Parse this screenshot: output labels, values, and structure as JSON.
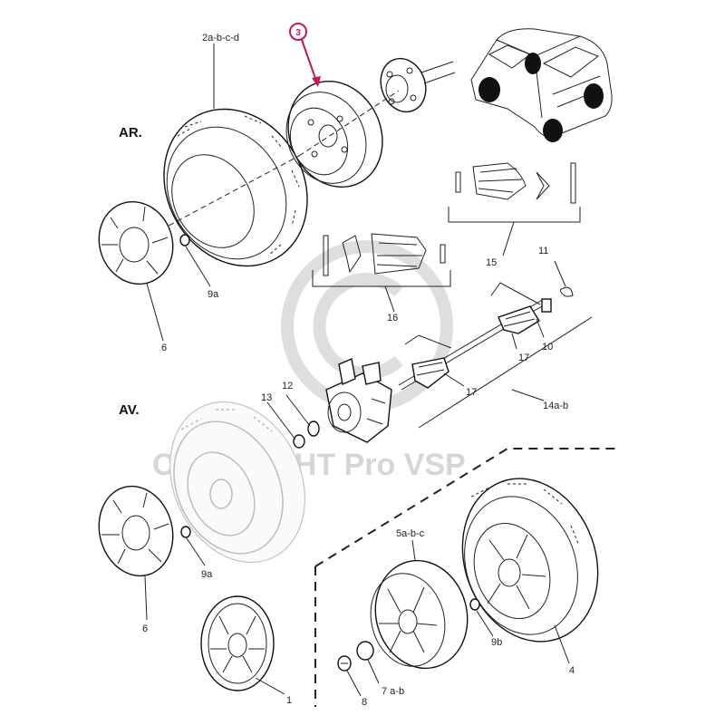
{
  "sections": {
    "rear": "AR.",
    "front": "AV."
  },
  "watermark": {
    "text": "COPYRIGHT Pro VSP"
  },
  "callout": {
    "number": "3",
    "color": "#c2185b"
  },
  "parts": {
    "p2": "2a-b-c-d",
    "p6_rear": "6",
    "p9a_rear": "9a",
    "p16": "16",
    "p15": "15",
    "p11": "11",
    "p10": "10",
    "p17_upper": "17",
    "p17_lower": "17",
    "p14": "14a-b",
    "p13": "13",
    "p12": "12",
    "p9a_front": "9a",
    "p6_front": "6",
    "p1": "1",
    "p5": "5a-b-c",
    "p9b": "9b",
    "p4": "4",
    "p8": "8",
    "p7": "7 a-b"
  }
}
